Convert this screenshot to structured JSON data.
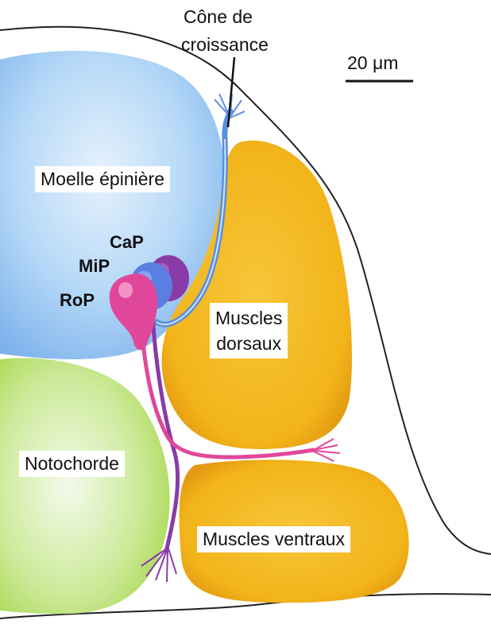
{
  "labels": {
    "growth_cone_line1": "Cône de",
    "growth_cone_line2": "croissance",
    "scale": "20 μm",
    "spinal_cord": "Moelle épinière",
    "cap": "CaP",
    "mip": "MiP",
    "rop": "RoP",
    "dorsal_muscles_line1": "Muscles",
    "dorsal_muscles_line2": "dorsaux",
    "notochord": "Notochorde",
    "ventral_muscles": "Muscles ventraux"
  },
  "colors": {
    "spinal_cord": "#8fc3f2",
    "notochord": "#b8e06e",
    "muscle": "#f2b81a",
    "cap_neuron": "#8a3aa6",
    "mip_neuron": "#5b7fe0",
    "rop_neuron": "#e0479a",
    "axon_blue": "#5a8fe0"
  }
}
